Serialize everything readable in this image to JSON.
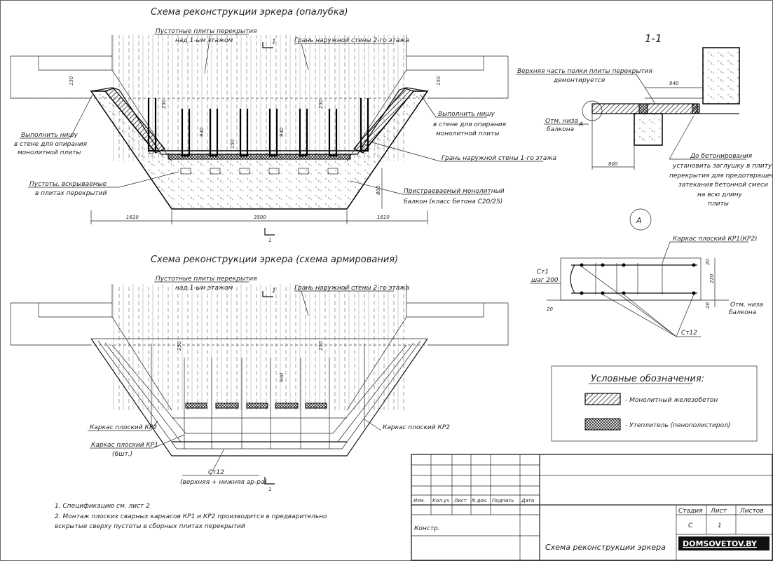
{
  "diagram": {
    "title_formwork": "Схема реконструкции эркера (опалубка)",
    "title_reinforcement": "Схема реконструкции эркера (схема армирования)",
    "labels": {
      "hollow_slabs": "Пустотные плиты перекрытия",
      "above_1st_floor": "над 1-ым этажом",
      "outer_wall_2nd": "Грань наружной стены 2-го этажа",
      "niche_left_1": "Выполнить нишу",
      "niche_left_2": "в стене для опирания",
      "niche_left_3": "монолитной плиты",
      "niche_right_1": "Выполнить нишу",
      "niche_right_2": "в стене для опирания",
      "niche_right_3": "монолитной плиты",
      "outer_wall_1st": "Грань наружной стены 1-го этажа",
      "voids_1": "Пустоты, вскрываемые",
      "voids_2": "в плитах перекрытий",
      "balcony_1": "Пристраеваемый монолитный",
      "balcony_2": "балкон (класс бетона С20/25)",
      "frame_kp2_left": "Каркас плоский КР2",
      "frame_kp2_right": "Каркас плоский КР2",
      "frame_kp1": "Каркас плоский КР1",
      "frame_kp1_qty": "(6шт.)",
      "bar": "Ст12",
      "bar_note": "(верхняя + нижняя ар-ра)",
      "section_mark": "1"
    },
    "dims": {
      "d150": "150",
      "d250": "250",
      "d940": "940",
      "d800": "800",
      "d1610": "1610",
      "d3500": "3500"
    },
    "section": {
      "title": "1-1",
      "top_note_1": "Верхняя часть полки плиты перекрытия",
      "top_note_2": "демонтируется",
      "dim_940": "940",
      "dim_800": "800",
      "mark_1": "Отм. низа",
      "mark_2": "балкона",
      "callout": "А",
      "plug_1": "До бетонирования",
      "plug_2": "установить заглушку в плиту",
      "plug_3": "перекрытия для предотвращения",
      "plug_4": "затекания бетонной смеси",
      "plug_5": "на всю длину",
      "plug_6": "плиты"
    },
    "detail": {
      "callout": "А",
      "frame": "Каркас плоский КР1(КР2)",
      "bar_c1": "Ст1",
      "step": "шаг 200",
      "dim_20a": "20",
      "dim_20b": "20",
      "dim_20c": "20",
      "dim_220": "220",
      "mark_1": "Отм. низа",
      "mark_2": "балкона",
      "bar_12": "Ст12"
    },
    "legend": {
      "title": "Условные обозначения:",
      "concrete": "- Монолитный железобетон",
      "insulation": "- Утеплитель (пенополистирол)"
    },
    "notes": {
      "n1": "1. Спецификацию  см. лист 2",
      "n2a": "2. Монтаж плоских сварных каркасов КР1 и КР2 производится в предварительно",
      "n2b": "вскрытые сверху пустоты в сборных плитах перекрытий"
    },
    "titleblock": {
      "izm": "Изм.",
      "kol": "Кол.уч",
      "list": "Лист",
      "ndoc": "N док.",
      "sign": "Подпись",
      "date": "Дата",
      "konstr": "Констр.",
      "stage_h": "Стадия",
      "sheet_h": "Лист",
      "sheets_h": "Листов",
      "stage": "С",
      "sheet": "1",
      "name": "Схема реконструкции эркера",
      "watermark": "DOMSOVETOV.BY"
    }
  }
}
